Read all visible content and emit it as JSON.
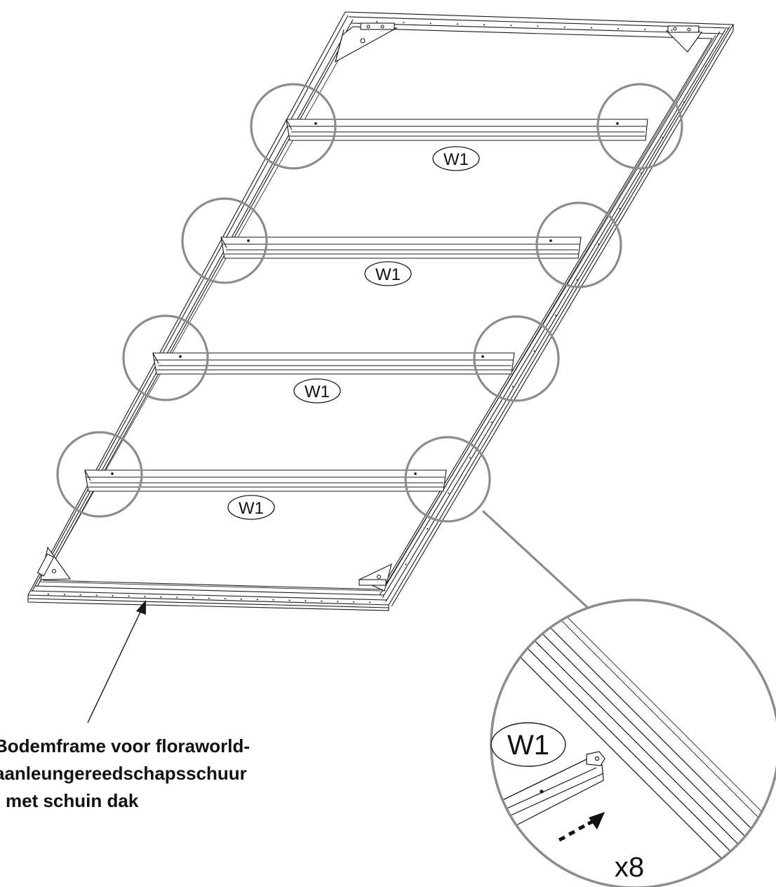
{
  "caption": {
    "lines": [
      "Bodemframe voor floraworld-",
      "aanleungereedschapsschuur",
      "met schuin dak"
    ]
  },
  "crossbars": [
    {
      "label": "W1"
    },
    {
      "label": "W1"
    },
    {
      "label": "W1"
    },
    {
      "label": "W1"
    }
  ],
  "detail": {
    "part_label": "W1",
    "quantity": "x8"
  },
  "colors": {
    "line": "#1a1a1a",
    "highlight_circle": "#8c8c8c"
  }
}
